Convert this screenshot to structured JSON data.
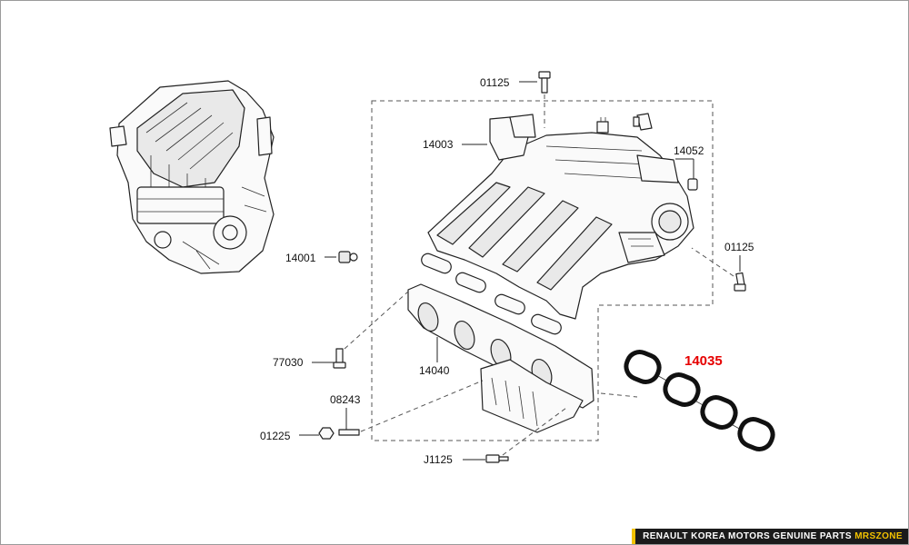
{
  "labels": {
    "p01125_top": "01125",
    "p14003": "14003",
    "p14052": "14052",
    "p01125_right": "01125",
    "p14001": "14001",
    "p77030": "77030",
    "p14040": "14040",
    "p08243": "08243",
    "p01225": "01225",
    "pJ1125": "J1125",
    "p14035": "14035"
  },
  "footer": {
    "text": "RENAULT KOREA MOTORS GENUINE PARTS",
    "brand": "MRSZONE"
  },
  "colors": {
    "highlight": "#e60000",
    "line": "#222222",
    "dashed_box": "#555555",
    "footer_bg": "#1b1b1b",
    "footer_brand": "#f2c200"
  },
  "icons": [
    "engine-illustration",
    "intake-manifold",
    "manifold-gasket",
    "manifold-support",
    "bolt",
    "clip",
    "sensor"
  ]
}
